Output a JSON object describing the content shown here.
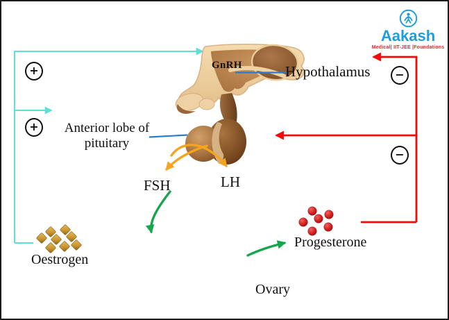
{
  "branding": {
    "name": "Aakash",
    "tagline": "Medical| IIT-JEE |Foundations",
    "icon": "person-in-circle-logo-icon",
    "colors": {
      "blue": "#1E9ED9",
      "red": "#E8252A"
    }
  },
  "diagram": {
    "title_context": "Hormonal feedback regulation of hypothalamus, anterior pituitary and ovary",
    "labels": {
      "gnrh": "GnRH",
      "hypothalamus": "Hypothalamus",
      "anterior_lobe_line1": "Anterior lobe of",
      "anterior_lobe_line2": "pituitary",
      "fsh": "FSH",
      "lh": "LH",
      "oestrogen": "Oestrogen",
      "progesterone": "Progesterone",
      "ovary": "Ovary"
    },
    "feedback_symbols": {
      "positive": "+",
      "negative": "−",
      "positive_count": 2,
      "negative_count": 2
    },
    "particles": {
      "oestrogen_diamond_count": 8,
      "progesterone_sphere_count": 6
    },
    "colors": {
      "positive_feedback_line": "#5EE0D5",
      "negative_feedback_line": "#F50A0A",
      "hormone_arrow_orange": "#F5A41F",
      "secretion_arrow_green": "#17A54E",
      "pointer_line_blue": "#2E7BC8",
      "oestrogen_gold": "#C9962F",
      "progesterone_red": "#C41212"
    }
  }
}
